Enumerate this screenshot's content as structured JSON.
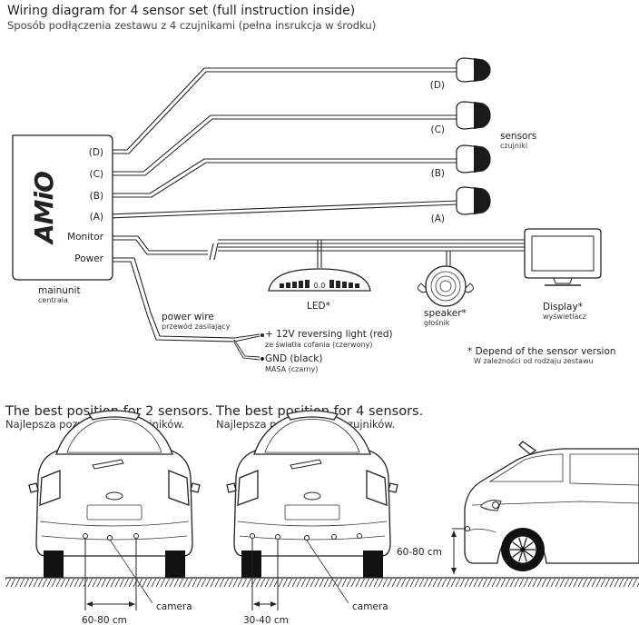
{
  "header": {
    "title": "Wiring diagram for 4 sensor set (full instruction inside)",
    "subtitle": "Sposób podłączenia zestawu z 4 czujnikami (pełna insrukcja w środku)"
  },
  "mainunit": {
    "logo": "AMiO",
    "ports": [
      "(D)",
      "(C)",
      "(B)",
      "(A)",
      "Monitor",
      "Power"
    ],
    "label": "mainunit",
    "sublabel": "centrala"
  },
  "sensors": {
    "labels": [
      "(D)",
      "(C)",
      "(B)",
      "(A)"
    ],
    "title": "sensors",
    "subtitle": "czujniki"
  },
  "led": {
    "readout": "0.0",
    "label": "LED*"
  },
  "speaker": {
    "label": "speaker*",
    "sublabel": "głośnik"
  },
  "display": {
    "label": "Display*",
    "sublabel": "wyświetlacz"
  },
  "power": {
    "label": "power wire",
    "sublabel": "przewód zasilający",
    "red_label": "+ 12V reversing light (red)",
    "red_sublabel": "ze światła cofania (czerwony)",
    "black_label": "GND (black)",
    "black_sublabel": "MASA (czarny)"
  },
  "note": {
    "text": "* Depend of the sensor version",
    "subtext": "W zależności od rodzaju zestawu"
  },
  "positions": {
    "two": {
      "title": "The best position for 2 sensors.",
      "subtitle": "Najlepsza pozycja dla 2 czujników.",
      "camera": "camera",
      "distance": "60-80 cm"
    },
    "four": {
      "title": "The best position for 4 sensors.",
      "subtitle": "Najlepsza pozycja dla 4 czujników.",
      "camera": "camera",
      "distance": "30-40 cm"
    },
    "side": {
      "height": "60-80 cm"
    }
  }
}
